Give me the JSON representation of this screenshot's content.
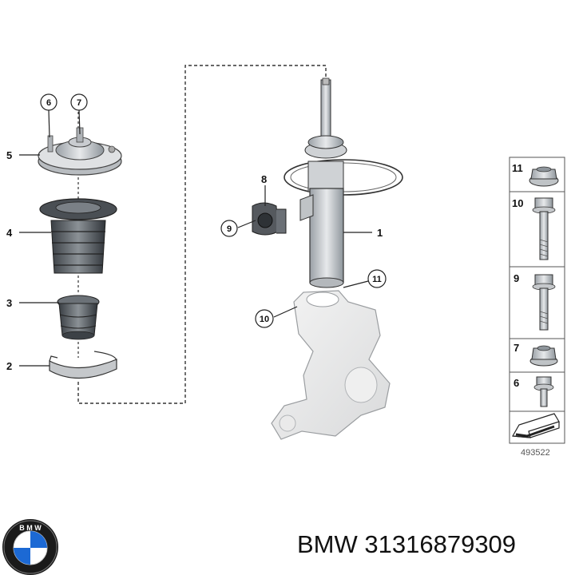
{
  "title": {
    "brand": "BMW",
    "part_number": "31316879309"
  },
  "diagram_ref": "493522",
  "logo": {
    "text": "B M W",
    "colors": {
      "ring": "#1a1a1a",
      "blue": "#1c69d4",
      "white": "#ffffff"
    }
  },
  "callouts_left": [
    {
      "id": "5",
      "label": "5"
    },
    {
      "id": "4",
      "label": "4"
    },
    {
      "id": "3",
      "label": "3"
    },
    {
      "id": "2",
      "label": "2"
    }
  ],
  "callouts_circled": [
    {
      "id": "6",
      "label": "6"
    },
    {
      "id": "7",
      "label": "7"
    },
    {
      "id": "9",
      "label": "9"
    },
    {
      "id": "11",
      "label": "11"
    },
    {
      "id": "10",
      "label": "10"
    }
  ],
  "callouts_plain": [
    {
      "id": "8",
      "label": "8"
    },
    {
      "id": "1",
      "label": "1"
    }
  ],
  "legend": [
    {
      "id": "11",
      "label": "11",
      "icon": "flange-nut-icon"
    },
    {
      "id": "10",
      "label": "10",
      "icon": "long-bolt-icon"
    },
    {
      "id": "9",
      "label": "9",
      "icon": "bolt-icon"
    },
    {
      "id": "7",
      "label": "7",
      "icon": "nut-icon"
    },
    {
      "id": "6",
      "label": "6",
      "icon": "short-bolt-icon"
    }
  ]
}
